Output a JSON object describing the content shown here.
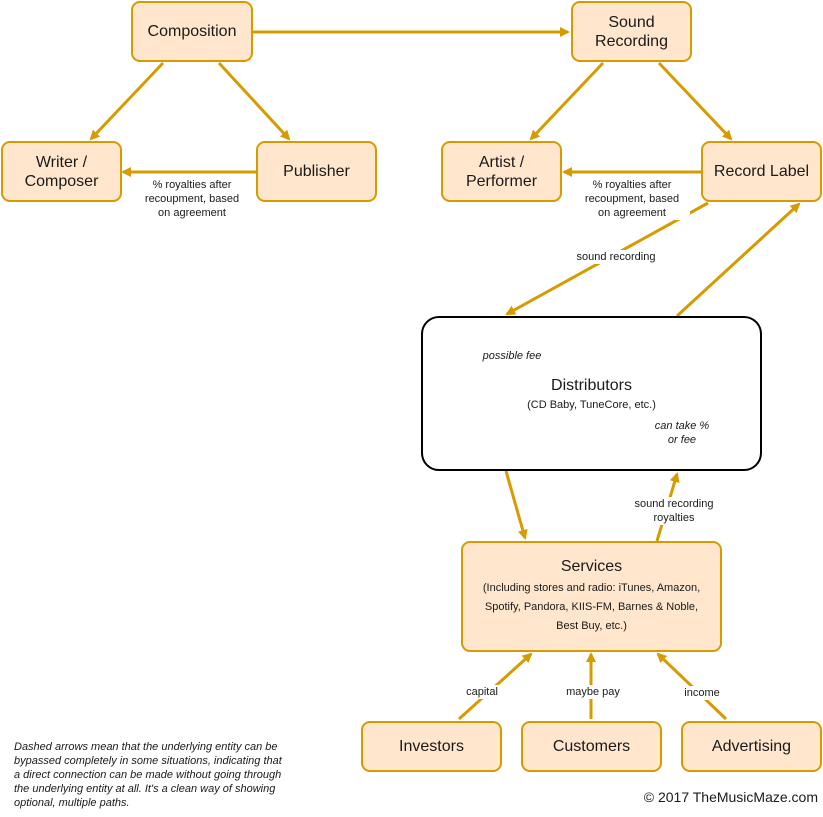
{
  "colors": {
    "node_fill": "#ffe6cc",
    "node_stroke": "#d79b00",
    "edge": "#d79b00",
    "distributor_border": "#000000",
    "dashed_edge": "#000000"
  },
  "nodes": {
    "composition": "Composition",
    "sound_recording": [
      "Sound",
      "Recording"
    ],
    "writer_composer": [
      "Writer /",
      "Composer"
    ],
    "publisher": "Publisher",
    "artist_performer": [
      "Artist /",
      "Performer"
    ],
    "record_label": "Record Label",
    "distributors": {
      "title": "Distributors",
      "subtitle": "(CD Baby, TuneCore, etc.)"
    },
    "services": {
      "title": "Services",
      "subtitle": [
        "(Including stores and radio: iTunes, Amazon,",
        "Spotify, Pandora, KIIS-FM, Barnes & Noble,",
        "Best Buy, etc.)"
      ]
    },
    "investors": "Investors",
    "customers": "Customers",
    "advertising": "Advertising"
  },
  "edge_labels": {
    "publisher_to_writer": [
      "% royalties after",
      "recoupment, based",
      "on agreement"
    ],
    "label_to_artist": [
      "% royalties after",
      "recoupment, based",
      "on agreement"
    ],
    "label_to_distributor": "sound recording",
    "possible_fee": "possible fee",
    "can_take_fee": [
      "can take %",
      "or fee"
    ],
    "services_to_distributor": [
      "sound recording",
      "royalties"
    ],
    "investors_to_services": "capital",
    "customers_to_services": "maybe pay",
    "advertising_to_services": "income"
  },
  "footnote": [
    "Dashed arrows mean that the underlying entity can be",
    "bypassed completely in some situations, indicating that",
    "a direct connection can be made without going through",
    "the underlying entity at all. It's a clean way of showing",
    "optional, multiple paths."
  ],
  "copyright": "© 2017 TheMusicMaze.com"
}
